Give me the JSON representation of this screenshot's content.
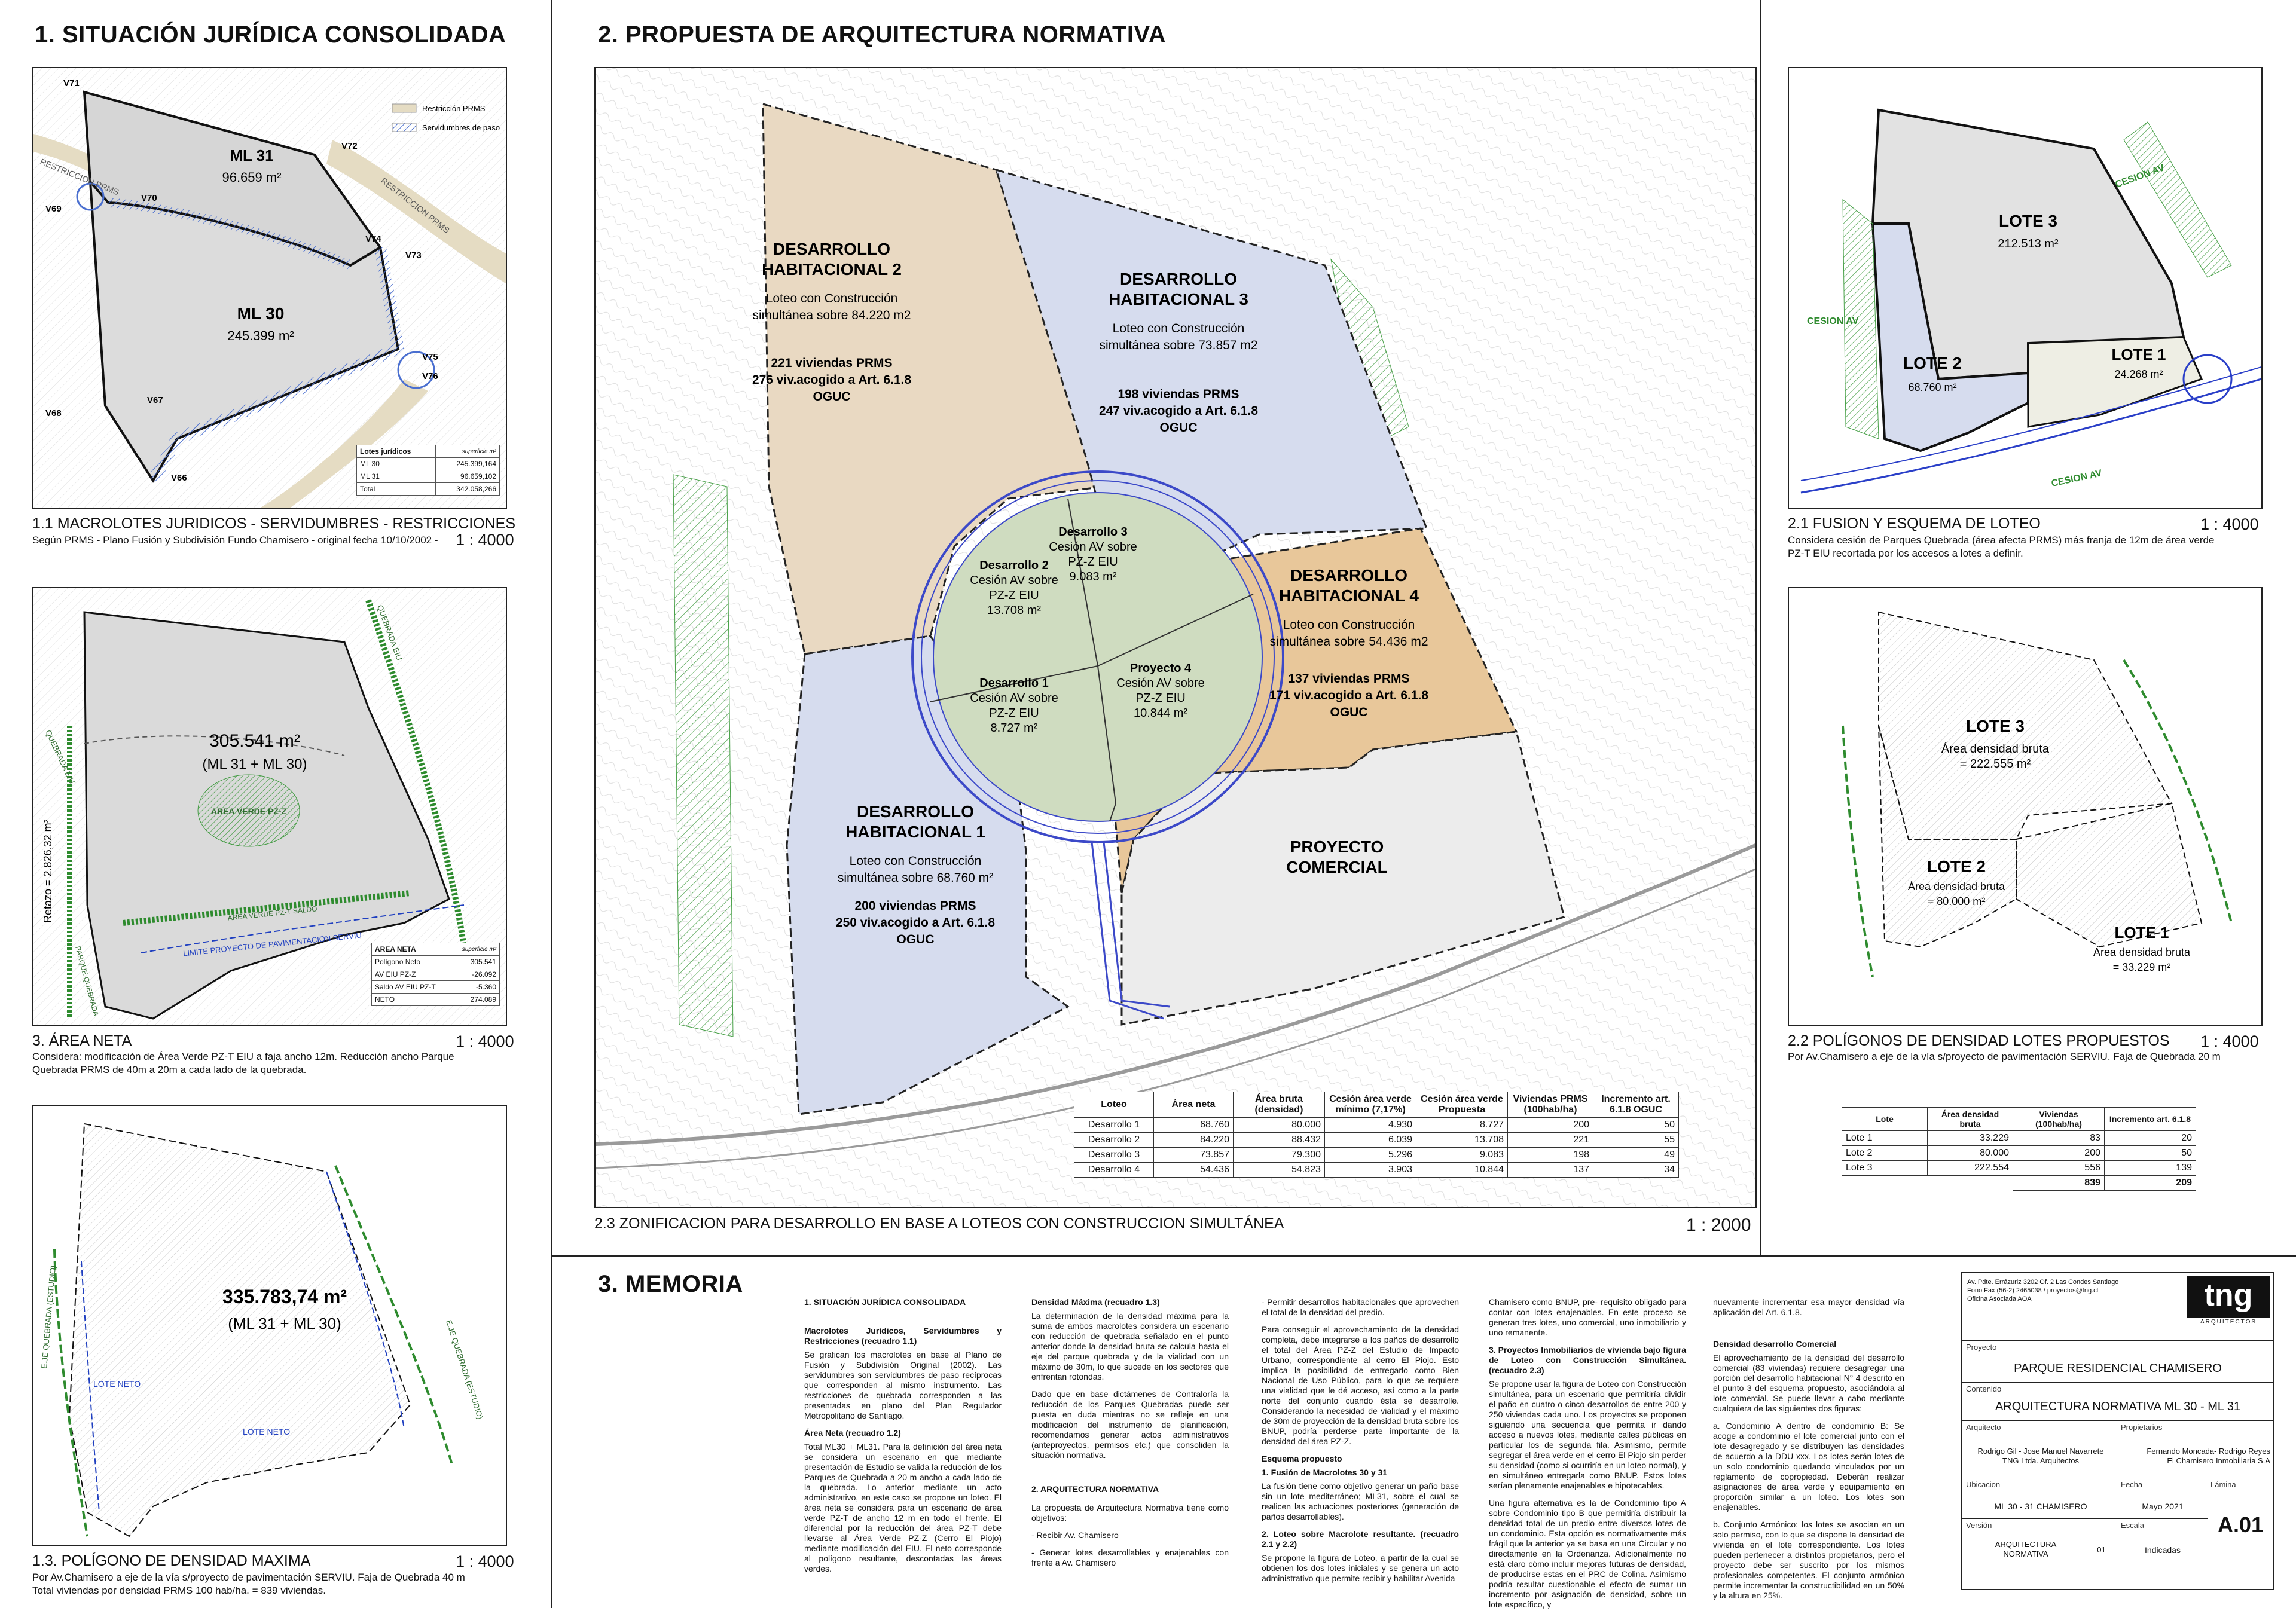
{
  "sec1": {
    "title": "1. SITUACIÓN JURÍDICA CONSOLIDADA"
  },
  "sec2": {
    "title": "2. PROPUESTA DE ARQUITECTURA  NORMATIVA"
  },
  "sec3": {
    "title": "3. MEMORIA"
  },
  "map11": {
    "caption": "1.1 MACROLOTES JURIDICOS - SERVIDUMBRES - RESTRICCIONES",
    "sub": "Según PRMS  -  Plano Fusión y Subdivisión Fundo Chamisero - original fecha 10/10/2002 -",
    "scale": "1 : 4000",
    "legend_restriccion": "Restricción PRMS",
    "legend_servidumbre": "Servidumbres de paso",
    "road_label_1": "RESTRICCION PRMS",
    "road_label_2": "RESTRICCION PRMS",
    "ml31": "ML 31",
    "ml31_area": "96.659 m²",
    "ml30": "ML 30",
    "ml30_area": "245.399 m²",
    "vertices": [
      "V71",
      "V72",
      "V70",
      "V69",
      "V74",
      "V73",
      "V75",
      "V76",
      "V67",
      "V68",
      "V66"
    ],
    "table_head": [
      "Lotes jurídicos",
      "superficie m²"
    ],
    "table_rows": [
      [
        "ML 30",
        "245.399,164"
      ],
      [
        "ML 31",
        "96.659,102"
      ],
      [
        "Total",
        "342.058,266"
      ]
    ]
  },
  "map3": {
    "caption": "3. ÁREA NETA",
    "sub1": "Considera: modificación de Área Verde PZ-T EIU a faja ancho 12m. Reducción ancho Parque",
    "sub2": "Quebrada PRMS de 40m a 20m a cada lado de la quebrada.",
    "scale": "1 : 4000",
    "area": "305.541 m²",
    "area_sub": "(ML 31 + ML 30)",
    "verde": "AREA VERDE PZ-Z",
    "retazo": "Retazo = 2.826,32 m²",
    "q1": "QUEBRADA EIU",
    "q2": "PARQUE QUEBRADA",
    "q3": "QUEBRADA EIU",
    "saldo": "AREA VERDE PZ-T SALDO",
    "limite": "LIMITE PROYECTO DE PAVIMENTACION SERVIU",
    "table_head": [
      "AREA NETA",
      "superficie m²"
    ],
    "table_rows": [
      [
        "Polígono Neto",
        "305.541"
      ],
      [
        "AV EIU PZ-Z",
        "-26.092"
      ],
      [
        "Saldo AV EIU PZ-T",
        "-5.360"
      ],
      [
        "NETO",
        "274.089"
      ]
    ]
  },
  "map13": {
    "caption": "1.3. POLÍGONO DE DENSIDAD MAXIMA",
    "sub1": "Por Av.Chamisero a eje de la vía s/proyecto de pavimentación SERVIU. Faja de Quebrada 40 m",
    "sub2": "Total viviendas por densidad PRMS 100 hab/ha. = 839 viviendas.",
    "scale": "1 : 4000",
    "area": "335.783,74 m²",
    "area_sub": "(ML 31 + ML 30)",
    "lote_neto_1": "LOTE NETO",
    "lote_neto_2": "LOTE NETO",
    "eje1": "E.JE QUEBRADA (ESTUDIO)",
    "eje2": "E.JE QUEBRADA (ESTUDIO)"
  },
  "main": {
    "caption": "2.3 ZONIFICACION PARA DESARROLLO EN BASE A LOTEOS CON CONSTRUCCION SIMULTÁNEA",
    "scale": "1 : 2000",
    "dh2": {
      "t1": "DESARROLLO",
      "t2": "HABITACIONAL 2",
      "l1": "Loteo con Construcción",
      "l2": "simultánea sobre 84.220 m2",
      "v1": "221 viviendas PRMS",
      "v2": "276 viv.acogido a Art. 6.1.8",
      "v3": "OGUC"
    },
    "dh3": {
      "t1": "DESARROLLO",
      "t2": "HABITACIONAL 3",
      "l1": "Loteo con Construcción",
      "l2": "simultánea sobre 73.857 m2",
      "v1": "198 viviendas PRMS",
      "v2": "247 viv.acogido a Art. 6.1.8",
      "v3": "OGUC"
    },
    "dh4": {
      "t1": "DESARROLLO",
      "t2": "HABITACIONAL 4",
      "l1": "Loteo con Construcción",
      "l2": "simultánea sobre 54.436 m2",
      "v1": "137 viviendas PRMS",
      "v2": "171 viv.acogido a Art. 6.1.8",
      "v3": "OGUC"
    },
    "dh1": {
      "t1": "DESARROLLO",
      "t2": "HABITACIONAL 1",
      "l1": "Loteo con Construcción",
      "l2": "simultánea sobre 68.760 m²",
      "v1": "200 viviendas PRMS",
      "v2": "250 viv.acogido a Art. 6.1.8",
      "v3": "OGUC"
    },
    "pc": {
      "t1": "PROYECTO",
      "t2": "COMERCIAL"
    },
    "d2": {
      "t": "Desarrollo 2",
      "a": "Cesión AV sobre",
      "b": "PZ-Z EIU",
      "c": "13.708 m²"
    },
    "d3": {
      "t": "Desarrollo 3",
      "a": "Cesión AV sobre",
      "b": "PZ-Z EIU",
      "c": "9.083 m²"
    },
    "d1": {
      "t": "Desarrollo 1",
      "a": "Cesión AV sobre",
      "b": "PZ-Z EIU",
      "c": "8.727 m²"
    },
    "p4": {
      "t": "Proyecto 4",
      "a": "Cesión AV sobre",
      "b": "PZ-Z EIU",
      "c": "10.844 m²"
    },
    "table_head": [
      "Loteo",
      "Área neta",
      "Área bruta (densidad)",
      "Cesión área verde mínimo (7,17%)",
      "Cesión área verde Propuesta",
      "Viviendas PRMS (100hab/ha)",
      "Incremento art. 6.1.8 OGUC"
    ],
    "table_rows": [
      [
        "Desarrollo 1",
        "68.760",
        "80.000",
        "4.930",
        "8.727",
        "200",
        "50"
      ],
      [
        "Desarrollo 2",
        "84.220",
        "88.432",
        "6.039",
        "13.708",
        "221",
        "55"
      ],
      [
        "Desarrollo 3",
        "73.857",
        "79.300",
        "5.296",
        "9.083",
        "198",
        "49"
      ],
      [
        "Desarrollo 4",
        "54.436",
        "54.823",
        "3.903",
        "10.844",
        "137",
        "34"
      ]
    ]
  },
  "map21": {
    "caption": "2.1 FUSION Y ESQUEMA DE LOTEO",
    "scale": "1 : 4000",
    "sub1": "Considera cesión de Parques Quebrada (área afecta PRMS) más franja de 12m de área verde",
    "sub2": "PZ-T EIU recortada por los accesos a lotes a definir.",
    "lote3": "LOTE 3",
    "lote3_area": "212.513 m²",
    "lote2": "LOTE 2",
    "lote2_area": "68.760 m²",
    "lote1": "LOTE 1",
    "lote1_area": "24.268 m²",
    "cesion1": "CESION AV",
    "cesion2": "CESION AV",
    "cesion3": "CESION AV"
  },
  "map22": {
    "caption": "2.2 POLÍGONOS DE DENSIDAD LOTES PROPUESTOS",
    "scale": "1 : 4000",
    "sub": "Por Av.Chamisero a eje de la vía s/proyecto de pavimentación SERVIU. Faja de Quebrada 20 m",
    "lote3": "LOTE 3",
    "lote3_a": "Área densidad bruta",
    "lote3_v": "= 222.555 m²",
    "lote2": "LOTE 2",
    "lote2_a": "Área densidad bruta",
    "lote2_v": "= 80.000 m²",
    "lote1": "LOTE 1",
    "lote1_a": "Área densidad bruta",
    "lote1_v": "= 33.229 m²",
    "table_head": [
      "Lote",
      "Área densidad bruta",
      "Viviendas (100hab/ha)",
      "Incremento art. 6.1.8"
    ],
    "table_rows": [
      [
        "Lote 1",
        "33.229",
        "83",
        "20"
      ],
      [
        "Lote 2",
        "80.000",
        "200",
        "50"
      ],
      [
        "Lote 3",
        "222.554",
        "556",
        "139"
      ]
    ],
    "total": [
      "",
      "",
      "839",
      "209"
    ]
  },
  "memoria": {
    "c1_h": "1. SITUACIÓN JURÍDICA CONSOLIDADA",
    "c1_s1": "Macrolotes Jurídicos, Servidumbres y Restricciones (recuadro 1.1)",
    "c1_p1": "Se grafican los macrolotes en base al Plano de Fusión y Subdivisión Original (2002). Las servidumbres son servidumbres de paso recíprocas que corresponden al mismo instrumento. Las restricciones de quebrada corresponden a las presentadas en plano del Plan Regulador Metropolitano de Santiago.",
    "c1_s2": "Área Neta (recuadro 1.2)",
    "c1_p2": "Total ML30 + ML31. Para la definición del área neta se considera un escenario en que mediante presentación de Estudio se valida la reducción de los Parques de Quebrada a 20 m ancho a cada lado de la quebrada. Lo anterior mediante un acto administrativo, en este caso se propone un loteo. El área neta se considera para un escenario de área verde PZ-T de ancho 12 m en todo el frente. El diferencial por la reducción del área PZ-T debe llevarse al Área Verde PZ-Z (Cerro El Piojo) mediante modificación del EIU. El neto corresponde al polígono resultante, descontadas las áreas verdes.",
    "c2_s1": "Densidad Máxima (recuadro 1.3)",
    "c2_p1": "La determinación de la densidad máxima para la suma de ambos macrolotes considera un escenario con reducción de quebrada señalado en el punto anterior donde la densidad bruta se calcula hasta el eje del parque quebrada y de la vialidad con un máximo de 30m, lo que sucede en los sectores que enfrentan rotondas.",
    "c2_p2": "Dado que en base dictámenes de Contraloría la reducción de los Parques Quebradas puede ser puesta en duda mientras no se refleje en una modificación del instrumento de planificación, recomendamos generar actos administrativos (anteproyectos, permisos etc.) que consoliden la situación normativa.",
    "c2_h2": "2. ARQUITECTURA NORMATIVA",
    "c2_p3": "La propuesta de Arquitectura Normativa tiene como objetivos:",
    "c2_p4": "- Recibir Av. Chamisero",
    "c2_p5": "- Generar lotes desarrollables y enajenables con frente a Av. Chamisero",
    "c3_p1": "- Permitir desarrollos habitacionales que aprovechen el total de la densidad del predio.",
    "c3_p2": "Para conseguir el aprovechamiento de la densidad completa, debe integrarse a los paños de desarrollo el total del Área PZ-Z del Estudio de Impacto Urbano, correspondiente al cerro El Piojo. Esto implica la posibilidad de entregarlo como Bien Nacional de Uso Público, para lo que se requiere una vialidad que le dé acceso, así como a la parte norte del conjunto cuando ésta se desarrolle. Considerando la necesidad de vialidad y el máximo de 30m de proyección de la densidad bruta sobre los BNUP, podría perderse parte importante de la densidad del área PZ-Z.",
    "c3_s1": "Esquema propuesto",
    "c3_s2": "1. Fusión de Macrolotes 30 y 31",
    "c3_p3": "La fusión tiene como objetivo generar un paño base sin un lote mediterráneo; ML31, sobre el cual se realicen las actuaciones posteriores (generación de paños desarrollables).",
    "c3_s3": "2. Loteo sobre Macrolote resultante. (recuadro 2.1 y 2.2)",
    "c3_p4": "Se propone la figura de Loteo, a partir de la cual se obtienen los dos lotes iniciales y se genera un acto administrativo que permite recibir y habilitar Avenida",
    "c4_p1": "Chamisero como BNUP, pre- requisito obligado para contar con lotes enajenables. En este proceso se generan tres lotes, uno comercial, uno inmobiliario y uno remanente.",
    "c4_s1": "3. Proyectos Inmobiliarios de vivienda bajo figura de Loteo con Construcción Simultánea. (recuadro 2.3)",
    "c4_p2": "Se propone usar la figura de Loteo con Construcción simultánea, para un escenario que permitiría dividir el paño en cuatro o cinco desarrollos de entre 200 y 250 viviendas cada uno. Los proyectos se proponen siguiendo una secuencia que permita ir dando acceso a nuevos lotes, mediante calles públicas en particular los de segunda fila. Asimismo, permite segregar el área verde en el cerro El Piojo sin perder su densidad (como si ocurriría en un loteo normal), y en simultáneo entregarla como BNUP. Estos lotes serían plenamente enajenables e hipotecables.",
    "c4_p3": "Una figura alternativa es la de Condominio tipo A sobre Condominio tipo B que permitiría distribuir la densidad total de un predio entre diversos lotes de un condominio. Esta opción es normativamente más frágil que la anterior ya se basa en una Circular y no directamente en la Ordenanza. Adicionalmente no está claro cómo incluir mejoras futuras de densidad, de producirse estas en el PRC de Colina. Asimismo podría resultar cuestionable el efecto de sumar un incremento por asignación de densidad, sobre un lote específico, y",
    "c5_p1": "nuevamente incrementar esa mayor densidad vía aplicación del Art. 6.1.8.",
    "c5_s1": "Densidad desarrollo Comercial",
    "c5_p2": "El aprovechamiento de la densidad del desarrollo comercial (83 viviendas) requiere desagregar una porción del desarrollo habitacional N° 4 descrito en el punto 3 del esquema propuesto, asociándola al lote comercial. Se puede llevar a cabo mediante cualquiera de las siguientes dos figuras:",
    "c5_p3": "a.   Condominio A dentro de condominio B: Se acoge a condominio el lote comercial junto con el lote desagregado y se distribuyen las densidades de acuerdo a la DDU xxx. Los lotes serán lotes de un solo condominio quedando vinculados por un reglamento de copropiedad. Deberán realizar asignaciones de área verde y equipamiento en proporción similar a un loteo. Los lotes son enajenables.",
    "c5_p4": "b.   Conjunto Armónico: los lotes se asocian en un solo permiso, con lo que se dispone la densidad de vivienda en el lote correspondiente. Los lotes pueden pertenecer a distintos propietarios, pero el proyecto debe ser suscrito por los mismos profesionales competentes. El conjunto armónico permite incrementar la constructibilidad en un 50% y la altura en 25%."
  },
  "titleblock": {
    "addr1": "Av. Pdte. Errázuriz 3202 Of. 2 Las Condes Santiago",
    "addr2": "Fono Fax (56-2) 2465038 / proyectos@tng.cl",
    "addr3": "Oficina Asociada AOA",
    "logo": "tng",
    "logo_sub": "ARQUITECTOS",
    "proyecto_l": "Proyecto",
    "proyecto": "PARQUE RESIDENCIAL CHAMISERO",
    "contenido_l": "Contenido",
    "contenido": "ARQUITECTURA NORMATIVA ML 30 - ML 31",
    "arquitecto_l": "Arquitecto",
    "arquitecto1": "Rodrigo Gil  - Jose Manuel Navarrete",
    "arquitecto2": "TNG Ltda.  Arquitectos",
    "propietarios_l": "Propietarios",
    "prop1": "Fernando Moncada- Rodrigo Reyes",
    "prop2": "El Chamisero Inmobiliaria S.A",
    "ubicacion_l": "Ubicacion",
    "ubicacion": "ML 30 - 31 CHAMISERO",
    "fecha_l": "Fecha",
    "fecha": "Mayo 2021",
    "lamina_l": "Lámina",
    "lamina": "A.01",
    "version_l": "Versión",
    "version1": "ARQUITECTURA",
    "version2": "NORMATIVA",
    "version_n": "01",
    "escala_l": "Escala",
    "escala": "Indicadas"
  },
  "colors": {
    "beige": "#e9d9c2",
    "blue": "#d6dcee",
    "green": "#cfdcc0",
    "orange": "#e8c79a",
    "grey": "#e4e4e4",
    "road": "#9a9a9a"
  }
}
